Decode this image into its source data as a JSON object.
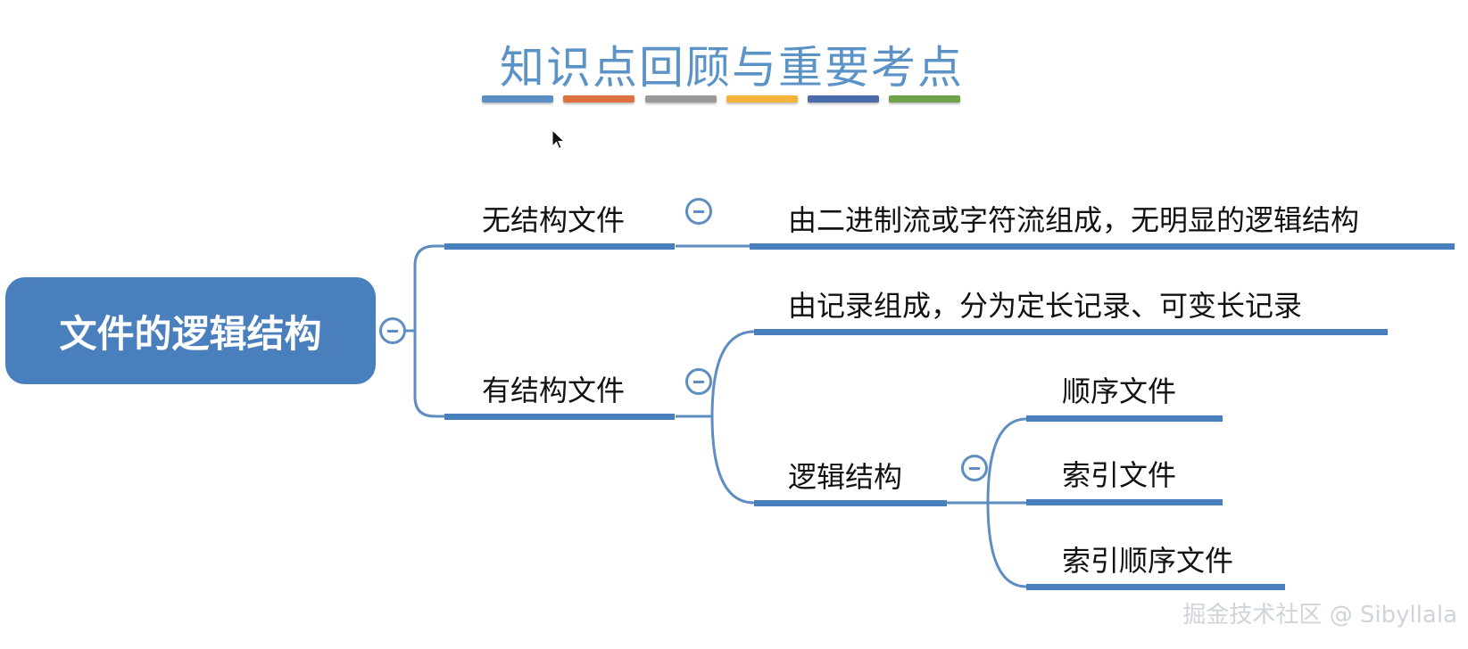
{
  "title": "知识点回顾与重要考点",
  "title_color": "#5b93c7",
  "title_bars": [
    "#5b8ec4",
    "#dd7142",
    "#9a9a9a",
    "#f2b43b",
    "#4a6cab",
    "#6ea34c"
  ],
  "watermark_top_left": "",
  "root": {
    "label": "文件的逻辑结构",
    "color": "#4a7fbd"
  },
  "branches": {
    "unstructured": {
      "label": "无结构文件",
      "description": "由二进制流或字符流组成，无明显的逻辑结构"
    },
    "structured": {
      "label": "有结构文件",
      "description": "由记录组成，分为定长记录、可变长记录",
      "logical": {
        "label": "逻辑结构",
        "children": [
          "顺序文件",
          "索引文件",
          "索引顺序文件"
        ]
      }
    }
  },
  "footer_watermark": "掘金技术社区 @ Sibyllala",
  "icons": {
    "toggle": "collapse-minus-icon",
    "cursor": "mouse-pointer-icon"
  }
}
